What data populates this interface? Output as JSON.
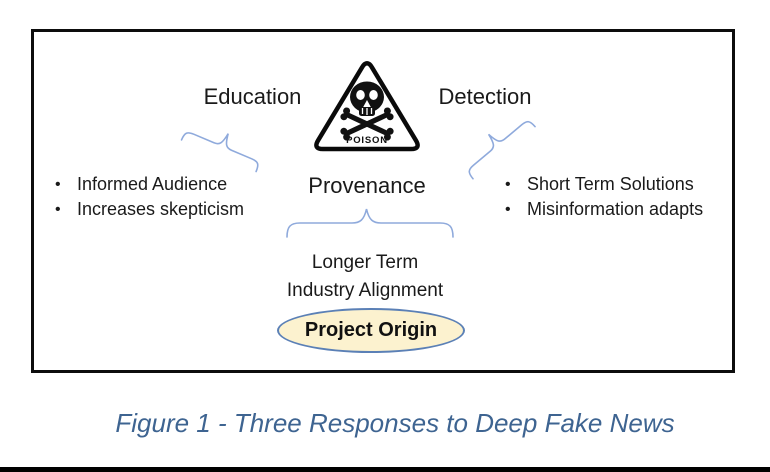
{
  "figure_box": {
    "warning_sign": {
      "icon": "skull-crossbones",
      "label": "POISON"
    },
    "responses": {
      "education": {
        "label": "Education",
        "points": [
          "Informed Audience",
          "Increases skepticism"
        ]
      },
      "detection": {
        "label": "Detection",
        "points": [
          "Short Term Solutions",
          "Misinformation adapts"
        ]
      },
      "provenance": {
        "label": "Provenance",
        "outcome_lines": [
          "Longer Term",
          "Industry Alignment"
        ],
        "origin_label": "Project Origin"
      }
    }
  },
  "caption": "Figure 1 - Three Responses to Deep Fake News",
  "icons": {
    "bullet": "•"
  },
  "colors": {
    "brace": "#8faadc",
    "caption_text": "#3e6491",
    "ellipse_fill": "#fcf2cf",
    "ellipse_border": "#5b80b6",
    "box_border": "#0d0d0d",
    "bottom_rule": "#000000"
  }
}
